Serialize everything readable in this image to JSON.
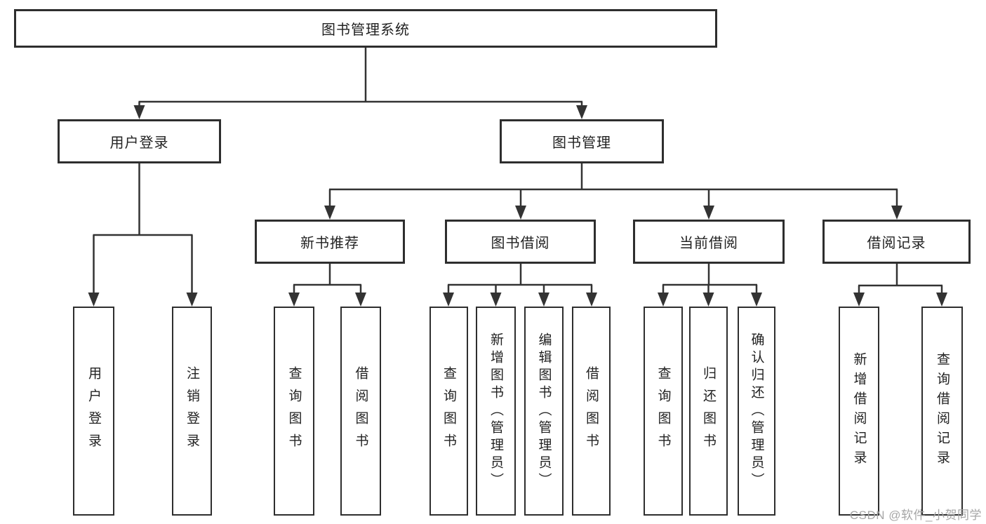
{
  "diagram": {
    "title": "图书管理系统",
    "root": {
      "label": "图书管理系统",
      "children": [
        {
          "label": "用户登录",
          "children": [
            {
              "label": "用户登录"
            },
            {
              "label": "注销登录"
            }
          ]
        },
        {
          "label": "图书管理",
          "children": [
            {
              "label": "新书推荐",
              "children": [
                {
                  "label": "查询图书"
                },
                {
                  "label": "借阅图书"
                }
              ]
            },
            {
              "label": "图书借阅",
              "children": [
                {
                  "label": "查询图书"
                },
                {
                  "label": "新增图书（管理员）"
                },
                {
                  "label": "编辑图书（管理员）"
                },
                {
                  "label": "借阅图书"
                }
              ]
            },
            {
              "label": "当前借阅",
              "children": [
                {
                  "label": "查询图书"
                },
                {
                  "label": "归还图书"
                },
                {
                  "label": "确认归还（管理员）"
                }
              ]
            },
            {
              "label": "借阅记录",
              "children": [
                {
                  "label": "新增借阅记录"
                },
                {
                  "label": "查询借阅记录"
                }
              ]
            }
          ]
        }
      ]
    },
    "watermark": "CSDN @软件_小贺同学",
    "colors": {
      "line": "#333333",
      "box_border": "#2e2e2e",
      "box_fill": "#ffffff",
      "text": "#222222",
      "watermark": "#a6a6a6"
    }
  }
}
